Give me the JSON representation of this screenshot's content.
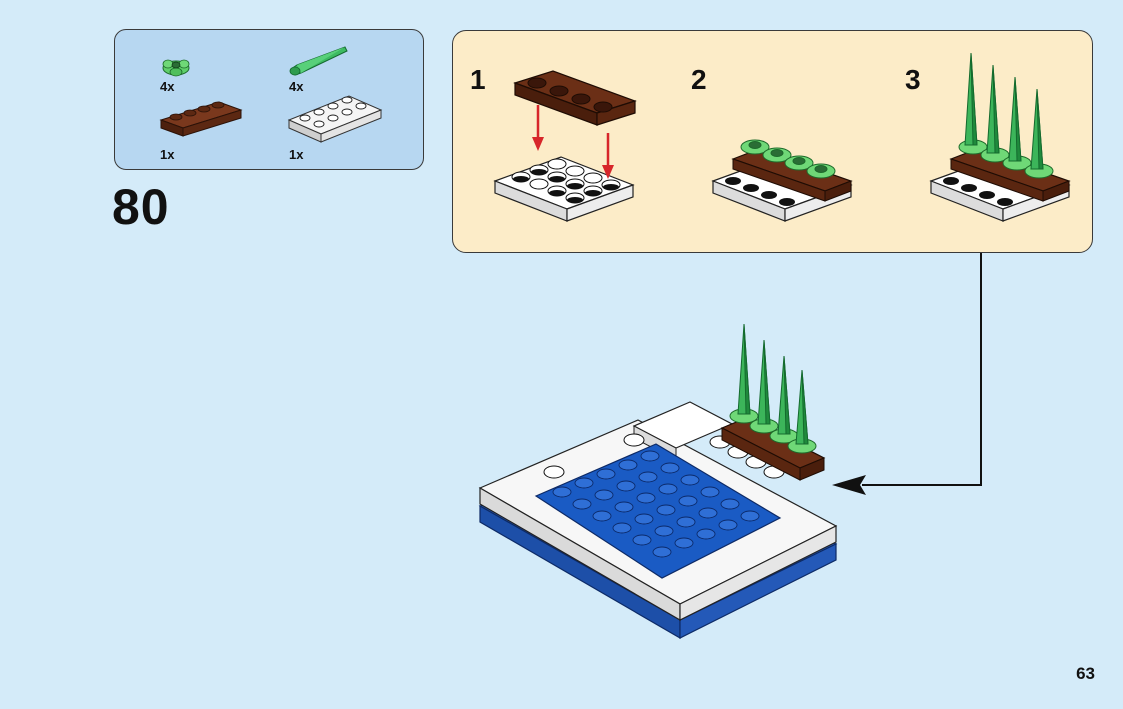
{
  "parts_list": {
    "items": [
      {
        "name": "plant-leaves-icon",
        "quantity": "4x"
      },
      {
        "name": "green-spike-icon",
        "quantity": "4x"
      },
      {
        "name": "brown-plate-1x4-icon",
        "quantity": "1x"
      },
      {
        "name": "white-plate-2x4-icon",
        "quantity": "1x"
      }
    ]
  },
  "step": {
    "number": "80"
  },
  "substeps": [
    {
      "number": "1"
    },
    {
      "number": "2"
    },
    {
      "number": "3"
    }
  ],
  "page": {
    "number": "63"
  },
  "colors": {
    "background": "#d4ebf9",
    "parts_box": "#b7d7f1",
    "substep_box": "#fcecc8",
    "brick_brown": "#6b2f16",
    "brick_white": "#ffffff",
    "brick_blue": "#1a5bc4",
    "plant_green": "#3cb55a",
    "arrow_red": "#d7262a"
  }
}
